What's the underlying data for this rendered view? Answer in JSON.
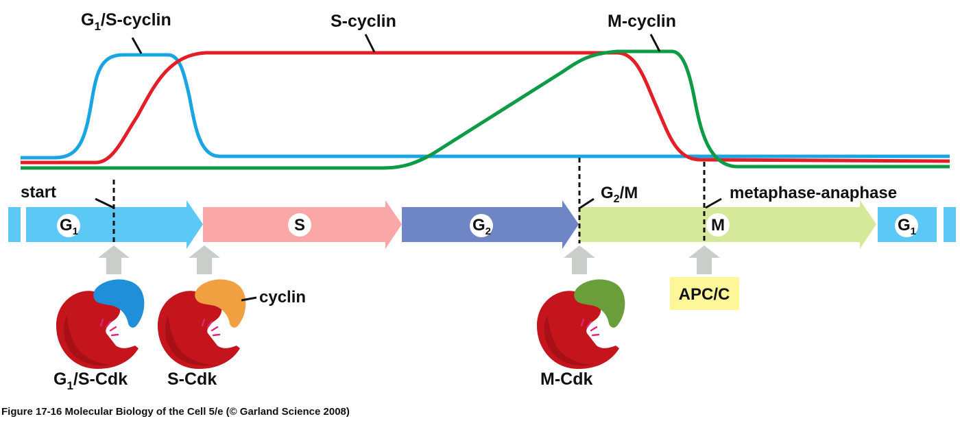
{
  "curves": {
    "g1s_cyclin": {
      "main": "G",
      "sub": "1",
      "rest": "/S-cyclin",
      "color": "#19a5e3"
    },
    "s_cyclin": {
      "label": "S-cyclin",
      "color": "#e31e26"
    },
    "m_cyclin": {
      "label": "M-cyclin",
      "color": "#0f9a45"
    }
  },
  "phases": {
    "g1_left": {
      "main": "G",
      "sub": "1"
    },
    "s": {
      "label": "S"
    },
    "g2": {
      "main": "G",
      "sub": "2"
    },
    "m": {
      "label": "M"
    },
    "g1_right": {
      "main": "G",
      "sub": "1"
    }
  },
  "checkpoints": {
    "start": "start",
    "g2m": {
      "main": "G",
      "sub": "2",
      "rest": "/M"
    },
    "metaphase": "metaphase-anaphase"
  },
  "complexes": {
    "g1s_cdk": {
      "main": "G",
      "sub": "1",
      "rest": "/S-Cdk"
    },
    "s_cdk": "S-Cdk",
    "m_cdk": "M-Cdk",
    "cyclin": "cyclin",
    "apcc": "APC/C"
  },
  "colors": {
    "g1_phase": "#5bc8f5",
    "s_phase": "#f9a7a7",
    "g2_phase": "#6f86c6",
    "m_phase": "#d6e99a",
    "cdk": "#c4141c",
    "g1s_cyclin_protein": "#1e8fd8",
    "s_cyclin_protein": "#f0a040",
    "m_cyclin_protein": "#6a9e3a",
    "apcc_box": "#fdf79a",
    "up_arrow": "#c9cecb"
  },
  "caption": "Figure 17-16  Molecular Biology of the Cell 5/e (© Garland Science 2008)"
}
